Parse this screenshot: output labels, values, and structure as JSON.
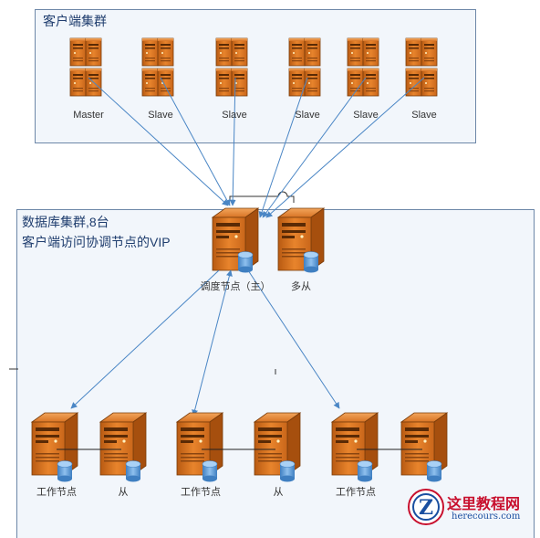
{
  "client_cluster": {
    "title": "客户端集群"
  },
  "db_cluster": {
    "title_line1": "数据库集群,8台",
    "title_line2": "客户端访问协调节点的VIP"
  },
  "client_nodes": [
    {
      "label": "Master"
    },
    {
      "label": "Slave"
    },
    {
      "label": "Slave"
    },
    {
      "label": "Slave"
    },
    {
      "label": "Slave"
    },
    {
      "label": "Slave"
    }
  ],
  "coordinator": {
    "label": "调度节点（主）",
    "standby_label": "多从"
  },
  "worker_pairs": [
    {
      "worker_label": "工作节点",
      "replica_label": "从"
    },
    {
      "worker_label": "工作节点",
      "replica_label": "从"
    },
    {
      "worker_label": "工作节点",
      "replica_label": ""
    }
  ],
  "watermark": {
    "brand": "这里教程网",
    "url": "herecours.com",
    "logo_letter": "Z"
  },
  "colors": {
    "server_orange": "#d86f1c",
    "cluster_border": "#6d87a8",
    "arrow": "#4a86c5",
    "db_blue": "#5b9bd5"
  }
}
